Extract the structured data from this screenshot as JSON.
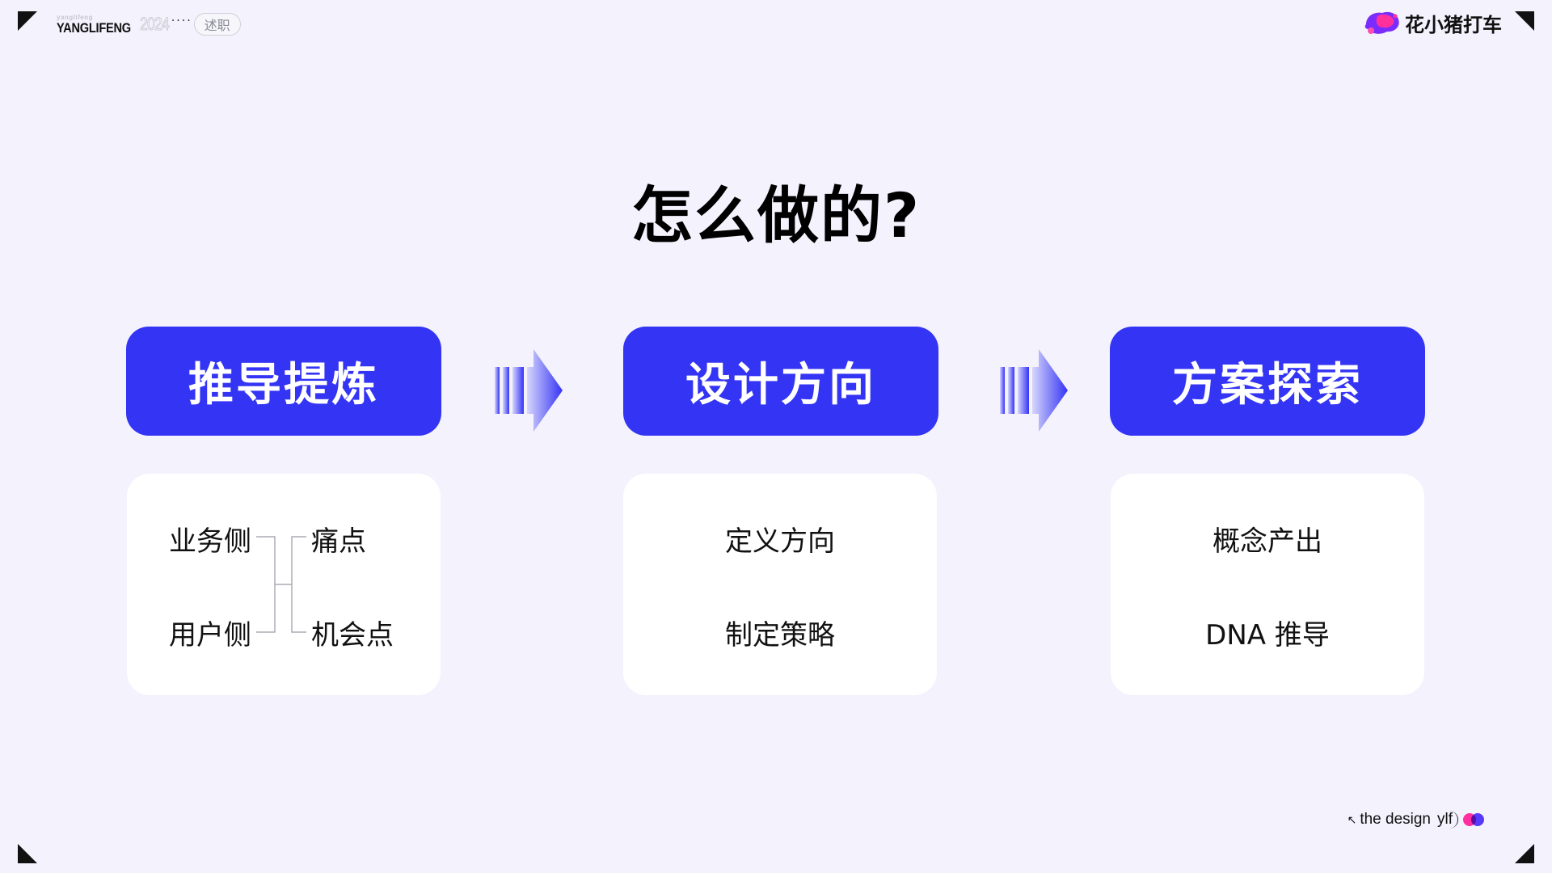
{
  "header": {
    "brand_ghost": "yanglifeng",
    "brand_name": "YANGLIFENG",
    "brand_year": "2024",
    "brand_dots": "····",
    "tag": "述职",
    "logo_text": "花小猪打车"
  },
  "title": "怎么做的?",
  "steps": [
    {
      "label": "推导提炼",
      "items": [
        "业务侧",
        "痛点",
        "用户侧",
        "机会点"
      ]
    },
    {
      "label": "设计方向",
      "items": [
        "定义方向",
        "制定策略"
      ]
    },
    {
      "label": "方案探索",
      "items": [
        "概念产出",
        "DNA 推导"
      ]
    }
  ],
  "footer": {
    "text": "the design",
    "signature": "ylf"
  },
  "colors": {
    "background": "#f3f2fd",
    "accent": "#3434f5",
    "card": "#ffffff"
  }
}
